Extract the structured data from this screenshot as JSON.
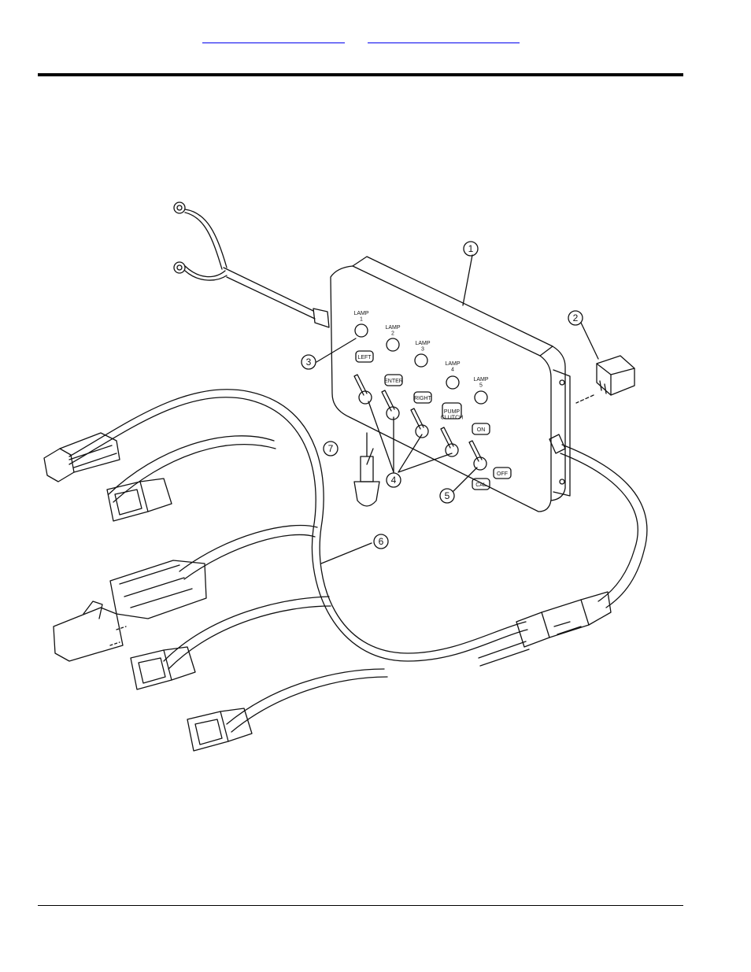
{
  "header": {
    "links": [
      {
        "text": ""
      },
      {
        "text": ""
      }
    ]
  },
  "panel": {
    "lamps": [
      "LAMP\n1",
      "LAMP\n2",
      "LAMP\n3",
      "LAMP\n4",
      "LAMP\n5"
    ],
    "buttons": [
      "LEFT",
      "ENTER",
      "RIGHT",
      "PUMP\nCLUTCH",
      "ON",
      "OFF",
      "CAL"
    ]
  },
  "callouts": [
    "1",
    "2",
    "3",
    "4",
    "5",
    "6",
    "7"
  ]
}
